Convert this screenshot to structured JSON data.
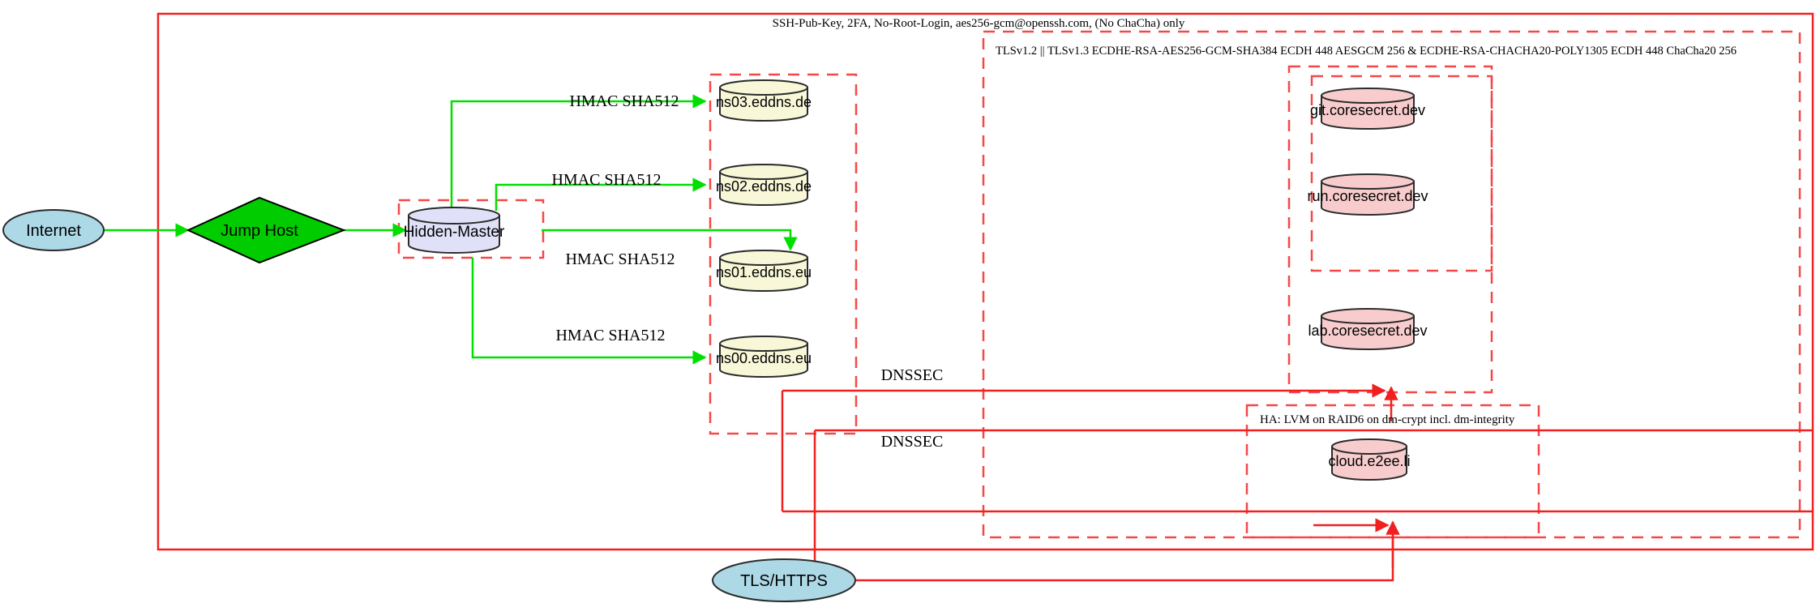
{
  "diagram": {
    "title": "Infrastructure security topology",
    "colors": {
      "boundary_solid": "#f02020",
      "boundary_dashed": "#f44848",
      "edge_green": "#00e000",
      "edge_red": "#f02020",
      "internet_fill": "#add8e6",
      "jump_host_fill": "#00cc00",
      "hidden_master_fill": "#e0e0f8",
      "dns_fill": "#f8f8d8",
      "service_fill": "#f8cccc",
      "node_stroke": "#2b2b2b"
    }
  },
  "boundaries": {
    "ssh_zone": {
      "label": "SSH-Pub-Key, 2FA, No-Root-Login, aes256-gcm@openssh.com, (No ChaCha) only",
      "style": "solid"
    },
    "tls_zone": {
      "label": "TLSv1.2 || TLSv1.3 ECDHE-RSA-AES256-GCM-SHA384 ECDH 448 AESGCM 256 & ECDHE-RSA-CHACHA20-POLY1305 ECDH 448 ChaCha20 256",
      "style": "dashed"
    },
    "ha_zone": {
      "label": "HA: LVM on RAID6 on dm-crypt incl. dm-integrity",
      "style": "dashed"
    },
    "dns_zone": {
      "label": "",
      "style": "dashed"
    },
    "hidden_master_zone": {
      "label": "",
      "style": "dashed"
    },
    "service_zone_outer": {
      "label": "",
      "style": "dashed"
    },
    "service_zone_inner": {
      "label": "",
      "style": "dashed"
    }
  },
  "nodes": {
    "internet": {
      "label": "Internet",
      "shape": "ellipse",
      "fill": "#add8e6"
    },
    "jump_host": {
      "label": "Jump Host",
      "shape": "diamond",
      "fill": "#00cc00"
    },
    "hidden_master": {
      "label": "Hidden-Master",
      "shape": "cylinder",
      "fill": "#e0e0f8"
    },
    "ns03": {
      "label": "ns03.eddns.de",
      "shape": "cylinder",
      "fill": "#f8f8d8"
    },
    "ns02": {
      "label": "ns02.eddns.de",
      "shape": "cylinder",
      "fill": "#f8f8d8"
    },
    "ns01": {
      "label": "ns01.eddns.eu",
      "shape": "cylinder",
      "fill": "#f8f8d8"
    },
    "ns00": {
      "label": "ns00.eddns.eu",
      "shape": "cylinder",
      "fill": "#f8f8d8"
    },
    "git": {
      "label": "git.coresecret.dev",
      "shape": "cylinder",
      "fill": "#f8cccc"
    },
    "run": {
      "label": "run.coresecret.dev",
      "shape": "cylinder",
      "fill": "#f8cccc"
    },
    "lab": {
      "label": "lab.coresecret.dev",
      "shape": "cylinder",
      "fill": "#f8cccc"
    },
    "cloud": {
      "label": "cloud.e2ee.li",
      "shape": "cylinder",
      "fill": "#f8cccc"
    },
    "tls_https": {
      "label": "TLS/HTTPS",
      "shape": "ellipse",
      "fill": "#add8e6"
    }
  },
  "edge_labels": {
    "hmac_ns03": "HMAC SHA512",
    "hmac_ns02": "HMAC SHA512",
    "hmac_ns01": "HMAC SHA512",
    "hmac_ns00": "HMAC SHA512",
    "dnssec_upper": "DNSSEC",
    "dnssec_lower": "DNSSEC"
  }
}
